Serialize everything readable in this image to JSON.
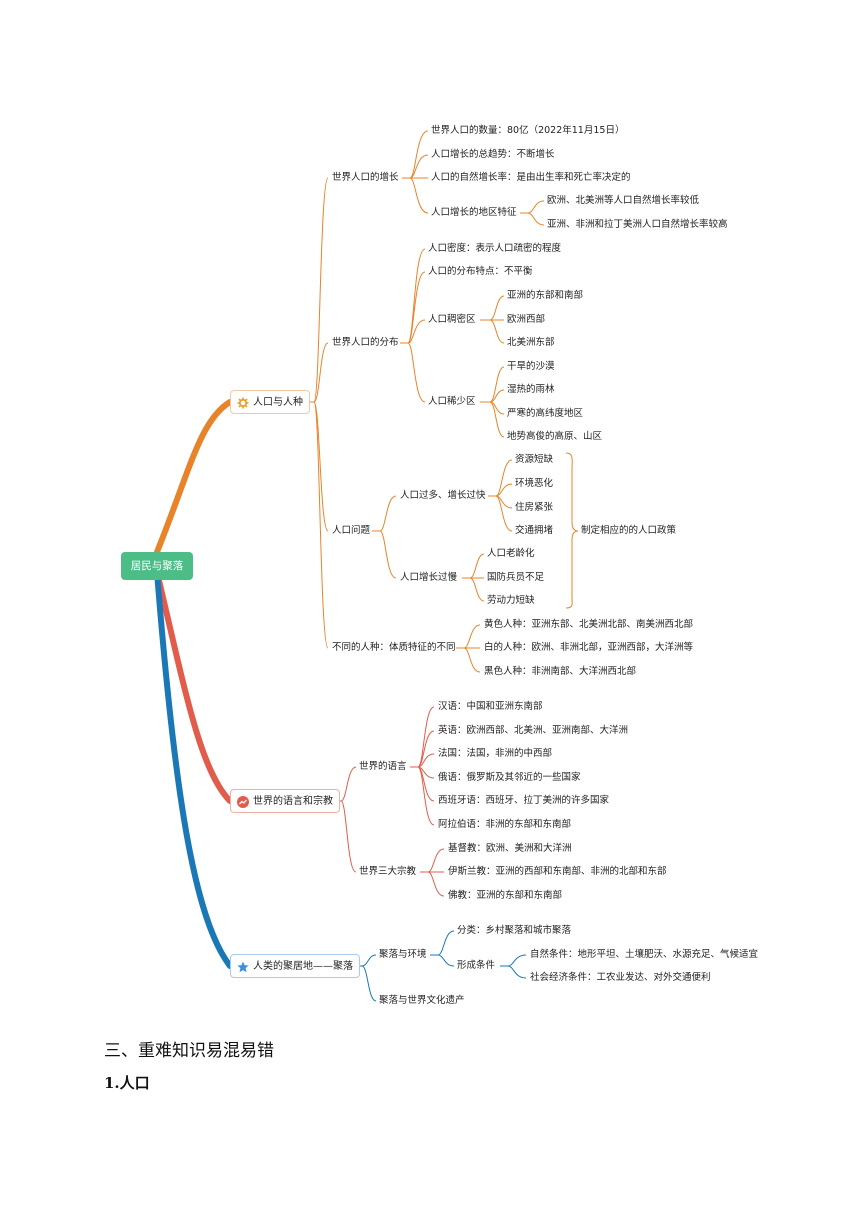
{
  "root": "居民与聚落",
  "colors": {
    "orange": "#e8832a",
    "red": "#e25c4b",
    "blue": "#1a78b6"
  },
  "b1": {
    "label": "人口与人种",
    "icon": "gear-icon",
    "growth": {
      "label": "世界人口的增长",
      "items": [
        "世界人口的数量：80亿（2022年11月15日）",
        "人口增长的总趋势：不断增长",
        "人口的自然增长率：是由出生率和死亡率决定的"
      ],
      "region": {
        "label": "人口增长的地区特征",
        "items": [
          "欧洲、北美洲等人口自然增长率较低",
          "亚洲、非洲和拉丁美洲人口自然增长率较高"
        ]
      }
    },
    "distribution": {
      "label": "世界人口的分布",
      "density": "人口密度：表示人口疏密的程度",
      "feature": "人口的分布特点：不平衡",
      "dense": {
        "label": "人口稠密区",
        "items": [
          "亚洲的东部和南部",
          "欧洲西部",
          "北美洲东部"
        ]
      },
      "sparse": {
        "label": "人口稀少区",
        "items": [
          "干旱的沙漠",
          "湿热的雨林",
          "严寒的高纬度地区",
          "地势高俊的高原、山区"
        ]
      }
    },
    "problems": {
      "label": "人口问题",
      "fast": {
        "label": "人口过多、增长过快",
        "items": [
          "资源短缺",
          "环境恶化",
          "住房紧张",
          "交通拥堵"
        ]
      },
      "slow": {
        "label": "人口增长过慢",
        "items": [
          "人口老龄化",
          "国防兵员不足",
          "劳动力短缺"
        ]
      },
      "policy": "制定相应的的人口政策"
    },
    "races": {
      "label": "不同的人种：体质特征的不同",
      "items": [
        "黄色人种：亚洲东部、北美洲北部、南美洲西北部",
        "白的人种：欧洲、非洲北部，亚洲西部，大洋洲等",
        "黑色人种：非洲南部、大洋洲西北部"
      ]
    }
  },
  "b2": {
    "label": "世界的语言和宗教",
    "icon": "chart-icon",
    "languages": {
      "label": "世界的语言",
      "items": [
        "汉语：中国和亚洲东南部",
        "英语：欧洲西部、北美洲、亚洲南部、大洋洲",
        "法国：法国，非洲的中西部",
        "俄语：俄罗斯及其邻近的一些国家",
        "西班牙语：西班牙、拉丁美洲的许多国家",
        "阿拉伯语：非洲的东部和东南部"
      ]
    },
    "religions": {
      "label": "世界三大宗教",
      "items": [
        "基督教：欧洲、美洲和大洋洲",
        "伊斯兰教：亚洲的西部和东南部、非洲的北部和东部",
        "佛教：亚洲的东部和东南部"
      ]
    }
  },
  "b3": {
    "label": "人类的聚居地——聚落",
    "icon": "star-icon",
    "env": {
      "label": "聚落与环境",
      "category": "分类：乡村聚落和城市聚落",
      "conditions": {
        "label": "形成条件",
        "items": [
          "自然条件：地形平坦、土壤肥沃、水源充足、气候适宜",
          "社会经济条件：工农业发达、对外交通便利"
        ]
      }
    },
    "heritage": "聚落与世界文化遗产"
  },
  "heading": "三、重难知识易混易错",
  "subheading": "1.人口"
}
